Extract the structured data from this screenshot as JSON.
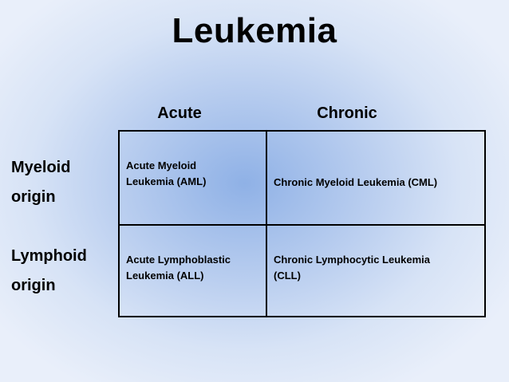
{
  "slide": {
    "title": "Leukemia"
  },
  "columns": {
    "acute": "Acute",
    "chronic": "Chronic"
  },
  "rows": {
    "myeloid": {
      "line1": "Myeloid",
      "line2": "origin"
    },
    "lymphoid": {
      "line1": "Lymphoid",
      "line2": "origin"
    }
  },
  "cells": {
    "aml": {
      "line1": "Acute Myeloid",
      "line2": "Leukemia (AML)"
    },
    "cml": {
      "line1": "Chronic Myeloid Leukemia (CML)"
    },
    "all": {
      "line1": "Acute Lymphoblastic",
      "line2": "Leukemia (ALL)"
    },
    "cll": {
      "line1": "Chronic Lymphocytic Leukemia",
      "line2": "(CLL)"
    }
  }
}
